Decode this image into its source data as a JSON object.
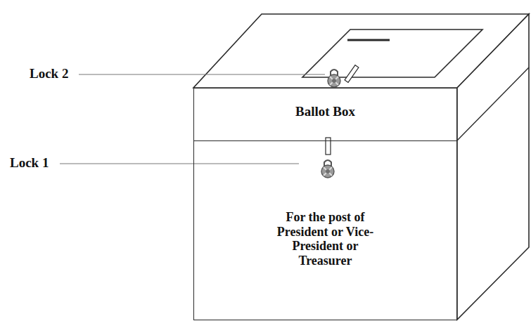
{
  "diagram": {
    "nodes": [
      {
        "text": [
          "Ballot Box"
        ]
      },
      {
        "text": [
          "For the post of President or Vice-President or Treasurer"
        ]
      }
    ],
    "labels": [
      "Lock 2",
      "Lock 1"
    ]
  }
}
